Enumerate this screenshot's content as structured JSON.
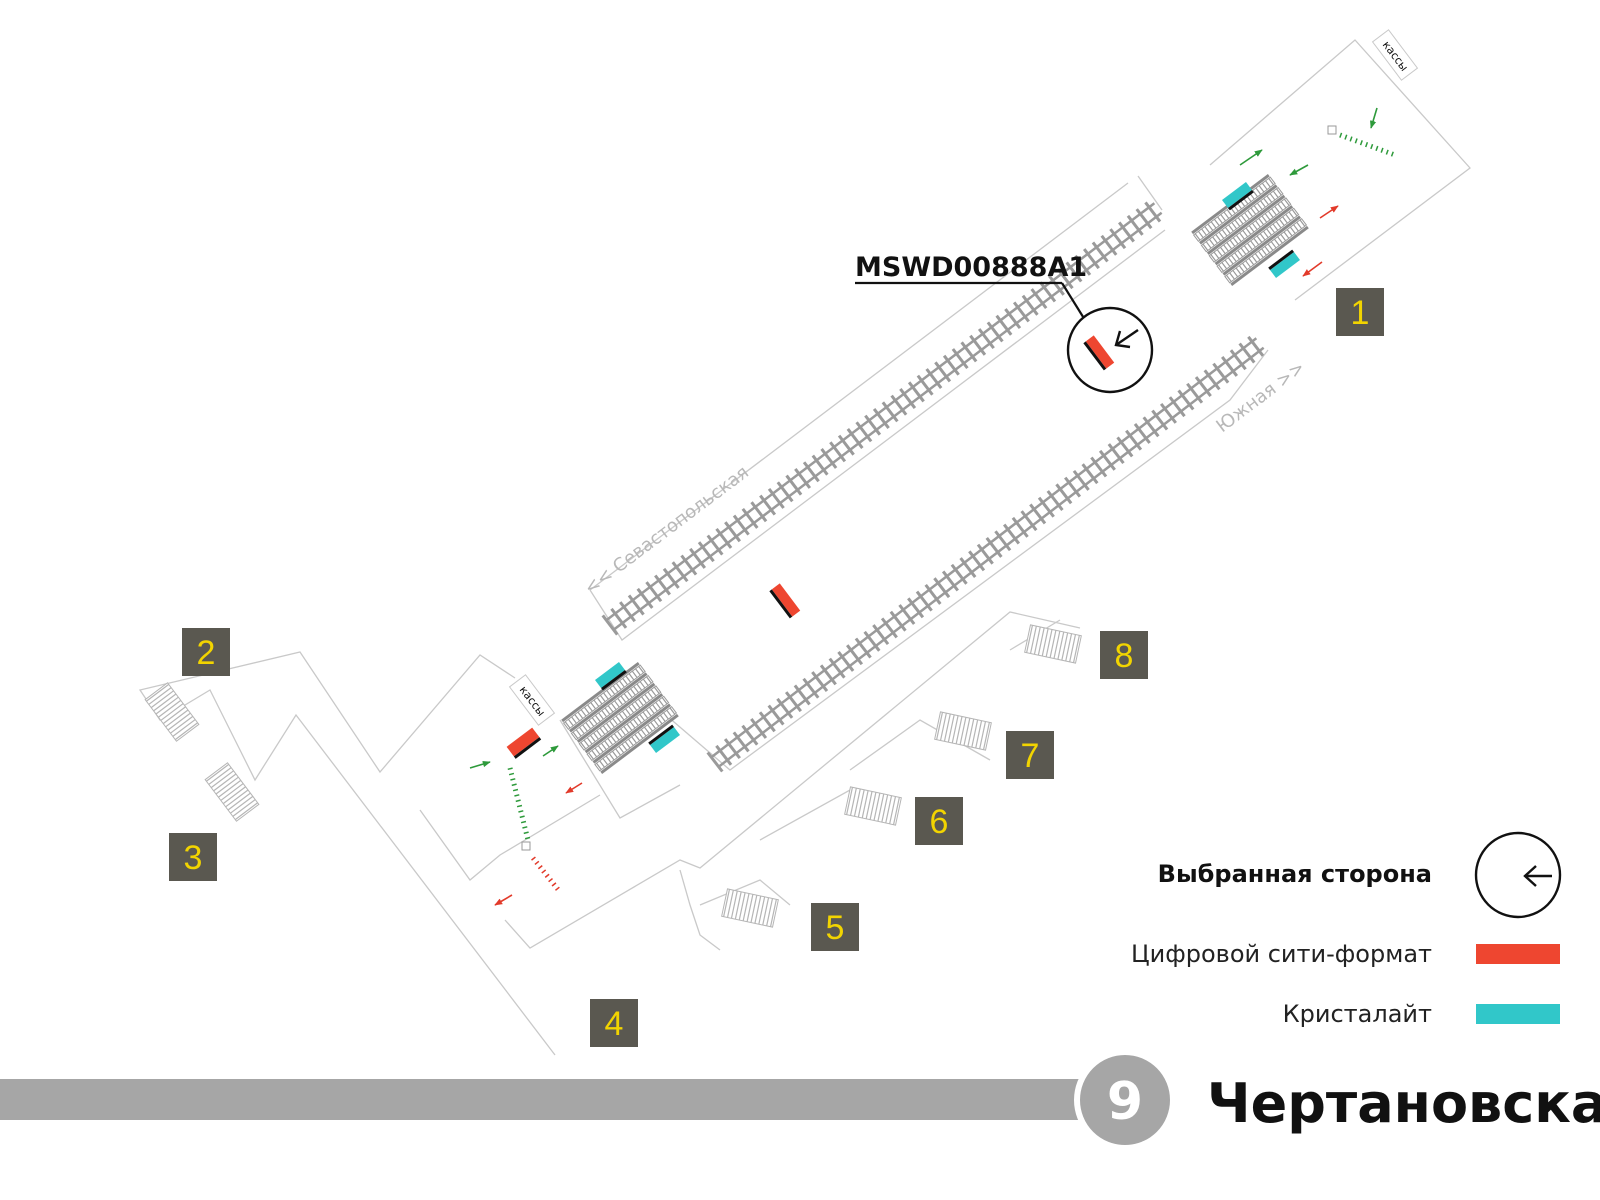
{
  "map": {
    "callout_code": "MSWD00888A1",
    "direction_left": "<< Севастопольская",
    "direction_right": "Южная >>",
    "kassy_label": "кассы",
    "exits": [
      {
        "id": "exit-1",
        "label": "1"
      },
      {
        "id": "exit-2",
        "label": "2"
      },
      {
        "id": "exit-3",
        "label": "3"
      },
      {
        "id": "exit-4",
        "label": "4"
      },
      {
        "id": "exit-5",
        "label": "5"
      },
      {
        "id": "exit-6",
        "label": "6"
      },
      {
        "id": "exit-7",
        "label": "7"
      },
      {
        "id": "exit-8",
        "label": "8"
      }
    ]
  },
  "legend": {
    "selected_side": "Выбранная сторона",
    "digital_city_format": "Цифровой сити-формат",
    "crystalite": "Кристалайт"
  },
  "footer": {
    "line_number": "9",
    "station_name": "Чертановская"
  },
  "colors": {
    "digital_city_format": "#ee4630",
    "crystalite": "#31c7c9",
    "exit_box": "#5a5850",
    "exit_number": "#f2d400",
    "line_bar": "#a6a6a6"
  }
}
